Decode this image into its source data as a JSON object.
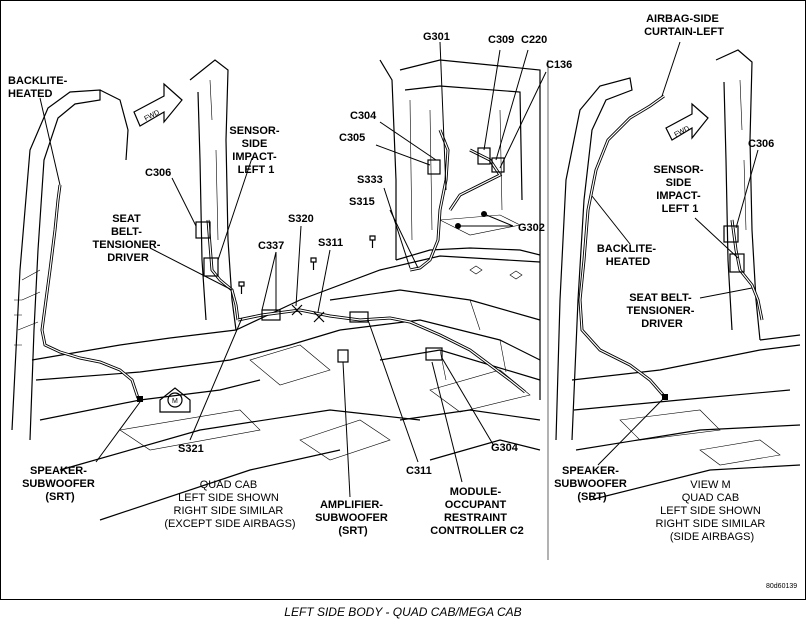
{
  "caption": "LEFT SIDE BODY - QUAD CAB/MEGA CAB",
  "ref_code": "80d60139",
  "fwd": "FWD",
  "motor_symbol": "M",
  "left_view": {
    "labels": {
      "backlite": [
        "BACKLITE-",
        "HEATED"
      ],
      "sensor": [
        "SENSOR-",
        "SIDE",
        "IMPACT-",
        "LEFT 1"
      ],
      "c306": "C306",
      "seatbelt": [
        "SEAT",
        "BELT-",
        "TENSIONER-",
        "DRIVER"
      ],
      "c337": "C337",
      "s320": "S320",
      "s311": "S311",
      "s315": "S315",
      "s333": "S333",
      "c305": "C305",
      "c304": "C304",
      "g301": "G301",
      "c309": "C309",
      "c220": "C220",
      "c136": "C136",
      "g302": "G302",
      "s321": "S321",
      "g304": "G304",
      "c311": "C311",
      "speaker": [
        "SPEAKER-",
        "SUBWOOFER",
        "(SRT)"
      ],
      "amplifier": [
        "AMPLIFIER-",
        "SUBWOOFER",
        "(SRT)"
      ],
      "module": [
        "MODULE-",
        "OCCUPANT",
        "RESTRAINT",
        "CONTROLLER C2"
      ]
    },
    "note": [
      "QUAD CAB",
      "LEFT SIDE SHOWN",
      "RIGHT SIDE SIMILAR",
      "(EXCEPT SIDE AIRBAGS)"
    ]
  },
  "right_view": {
    "labels": {
      "airbag": [
        "AIRBAG-SIDE",
        "CURTAIN-LEFT"
      ],
      "c306": "C306",
      "sensor": [
        "SENSOR-",
        "SIDE",
        "IMPACT-",
        "LEFT 1"
      ],
      "backlite": [
        "BACKLITE-",
        "HEATED"
      ],
      "seatbelt": [
        "SEAT BELT-",
        "TENSIONER-",
        "DRIVER"
      ],
      "speaker": [
        "SPEAKER-",
        "SUBWOOFER",
        "(SRT)"
      ]
    },
    "note": [
      "VIEW M",
      "QUAD CAB",
      "LEFT SIDE SHOWN",
      "RIGHT SIDE SIMILAR",
      "(SIDE AIRBAGS)"
    ]
  }
}
